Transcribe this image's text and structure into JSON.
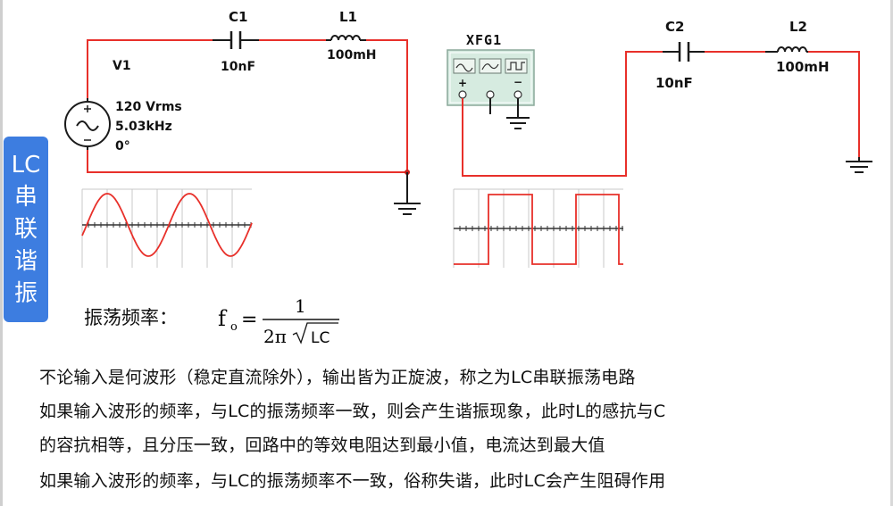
{
  "circuit1": {
    "source_name": "V1",
    "source_voltage": "120 Vrms",
    "source_freq": "5.03kHz",
    "source_phase": "0°",
    "cap_name": "C1",
    "cap_value": "10nF",
    "ind_name": "L1",
    "ind_value": "100mH"
  },
  "function_generator": {
    "name": "XFG1",
    "terminal_plus": "+",
    "terminal_minus": "−"
  },
  "circuit2": {
    "cap_name": "C2",
    "cap_value": "10nF",
    "ind_name": "L2",
    "ind_value": "100mH"
  },
  "side_tag": [
    "LC",
    "串",
    "联",
    "谐",
    "振"
  ],
  "formula": {
    "label": "振荡频率：",
    "lhs": "f",
    "lhs_sub": "o",
    "numerator": "1",
    "denominator_prefix": "2π",
    "radicand": "LC"
  },
  "description": [
    "不论输入是何波形（稳定直流除外），输出皆为正旋波，称之为LC串联振荡电路",
    "如果输入波形的频率，与LC的振荡频率一致，则会产生谐振现象，此时L的感抗与C",
    "的容抗相等，且分压一致，回路中的等效电阻达到最小值，电流达到最大值",
    "如果输入波形的频率，与LC的振荡频率不一致，俗称失谐，此时LC会产生阻碍作用"
  ],
  "colors": {
    "wire": "#e8302a",
    "component": "#1a1a1a",
    "fg_panel": "#d6ebe0",
    "scope_grid": "#c9c9c9",
    "side_tag": "#3d7de0"
  }
}
